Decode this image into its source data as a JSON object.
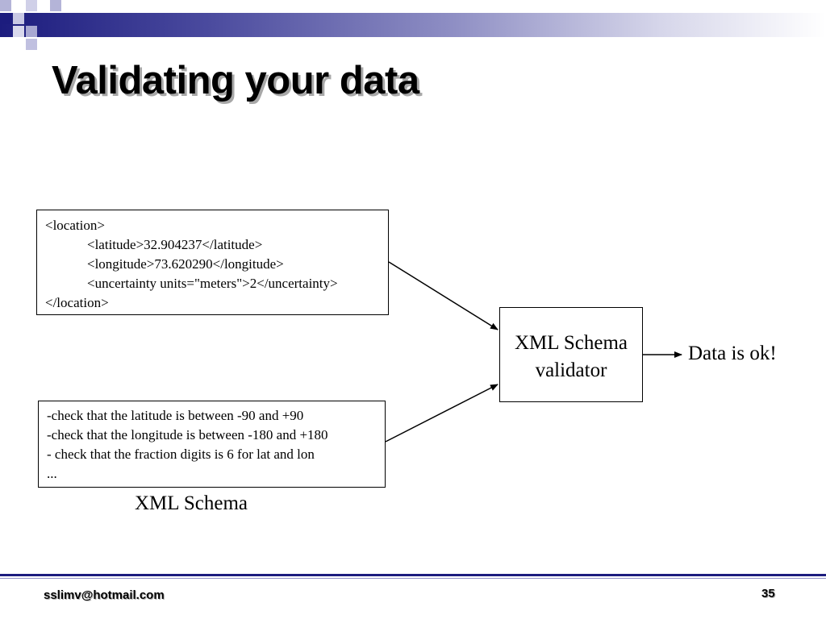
{
  "slide": {
    "title": "Validating your data",
    "footer_email": "sslimv@hotmail.com",
    "page_number": "35"
  },
  "diagram": {
    "xml_box": {
      "lines": [
        "<location>",
        "<latitude>32.904237</latitude>",
        "<longitude>73.620290</longitude>",
        "<uncertainty units=\"meters\">2</uncertainty>",
        "</location>"
      ]
    },
    "rules_box": {
      "lines": [
        "-check that the latitude is between -90 and +90",
        "-check that the longitude is between -180 and +180",
        "- check that the fraction digits is 6 for lat and lon",
        "..."
      ]
    },
    "rules_label": "XML Schema",
    "validator": {
      "line1": "XML Schema",
      "line2": "validator"
    },
    "result_label": "Data is ok!"
  },
  "colors": {
    "header_navy": "#1c1c7e",
    "header_light": "#8f8fc4"
  }
}
